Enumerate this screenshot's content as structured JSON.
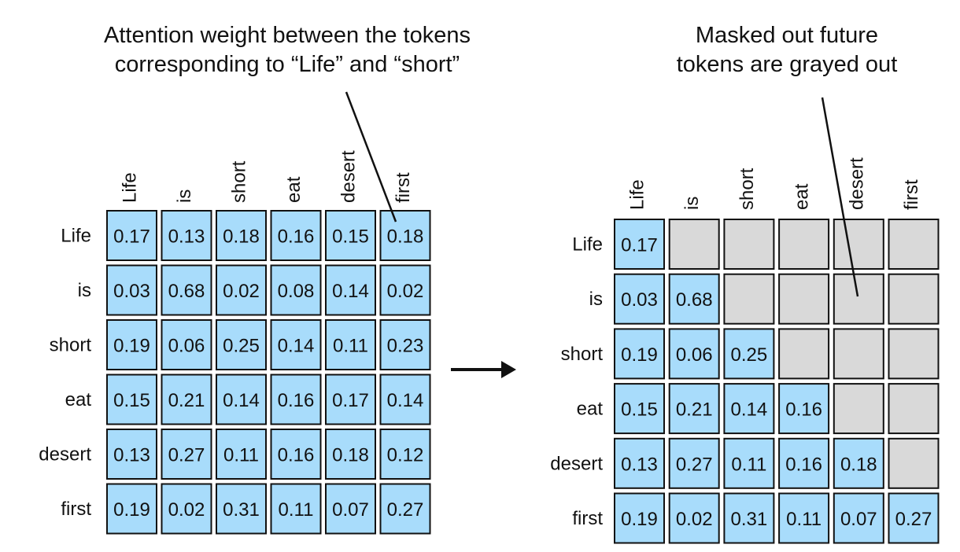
{
  "tokens": [
    "Life",
    "is",
    "short",
    "eat",
    "desert",
    "first"
  ],
  "weights": [
    [
      "0.17",
      "0.13",
      "0.18",
      "0.16",
      "0.15",
      "0.18"
    ],
    [
      "0.03",
      "0.68",
      "0.02",
      "0.08",
      "0.14",
      "0.02"
    ],
    [
      "0.19",
      "0.06",
      "0.25",
      "0.14",
      "0.11",
      "0.23"
    ],
    [
      "0.15",
      "0.21",
      "0.14",
      "0.16",
      "0.17",
      "0.14"
    ],
    [
      "0.13",
      "0.27",
      "0.11",
      "0.16",
      "0.18",
      "0.12"
    ],
    [
      "0.19",
      "0.02",
      "0.31",
      "0.11",
      "0.07",
      "0.27"
    ]
  ],
  "annotations": {
    "left_line1": "Attention weight between the tokens",
    "left_line2": "corresponding to “Life” and “short”",
    "right_line1": "Masked out future",
    "right_line2": "tokens are grayed out"
  },
  "colors": {
    "cell_fill": "#a8dcfb",
    "masked_fill": "#d9d9d9",
    "stroke": "#111111"
  }
}
